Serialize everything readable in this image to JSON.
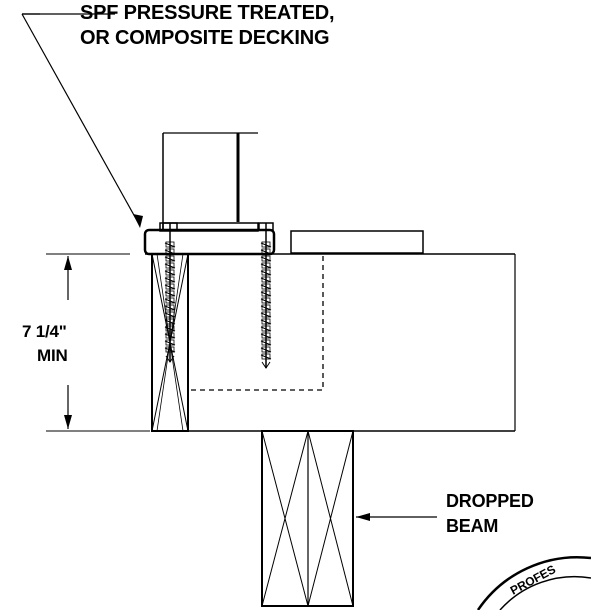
{
  "labels": {
    "decking_line1": "SPF PRESSURE TREATED,",
    "decking_line2": "OR COMPOSITE DECKING",
    "dimension_value": "7 1/4\"",
    "dimension_unit": "MIN",
    "beam_line1": "DROPPED",
    "beam_line2": "BEAM",
    "stamp_text": "PROFES"
  },
  "colors": {
    "ink": "#000000",
    "paper": "#ffffff"
  }
}
